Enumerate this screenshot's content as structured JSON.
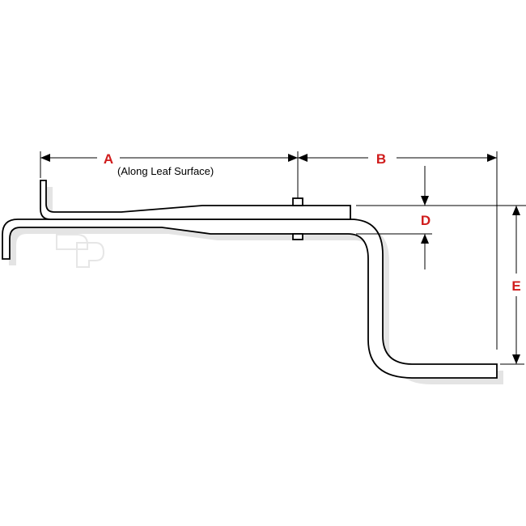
{
  "diagram": {
    "labels": {
      "a": "A",
      "a_note": "(Along Leaf Surface)",
      "b": "B",
      "d": "D",
      "e": "E"
    },
    "watermark": "DP",
    "colors": {
      "label": "#d01c1c",
      "shadow": "#e4e4e4"
    }
  }
}
